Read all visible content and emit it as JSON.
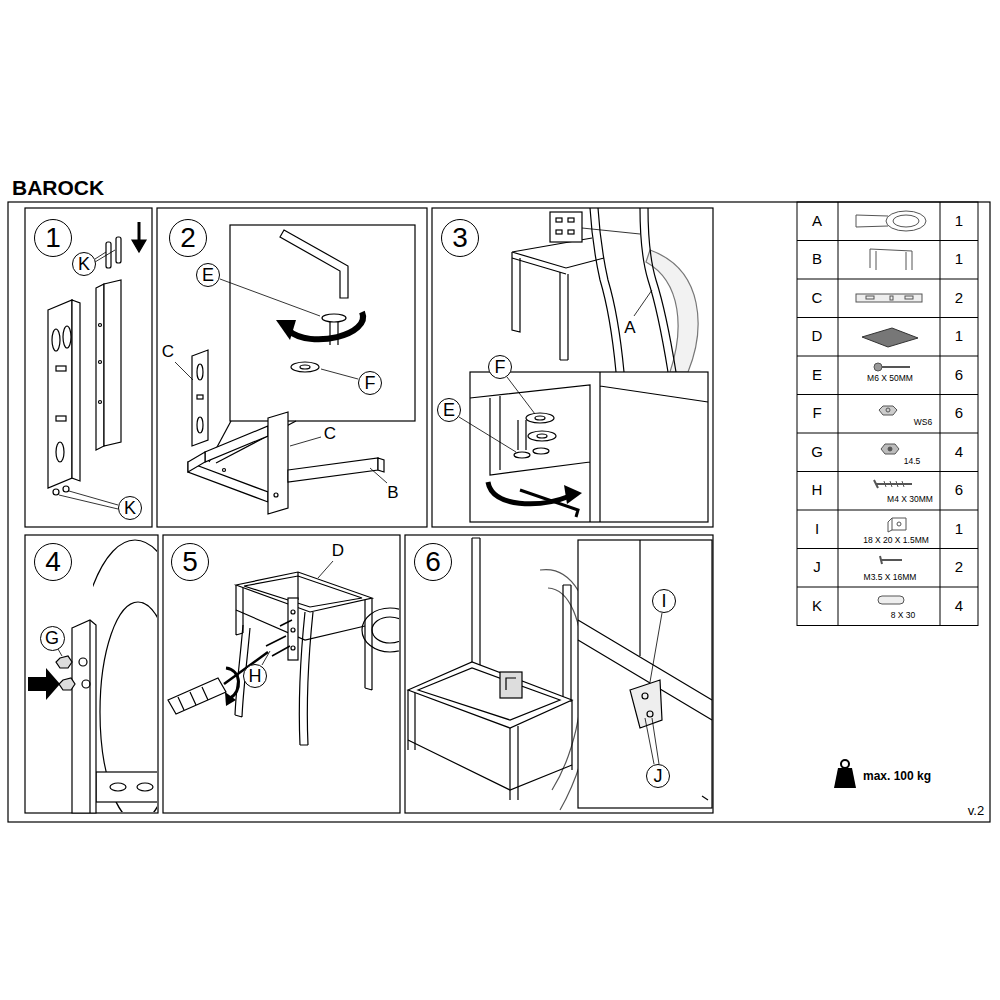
{
  "diagram": {
    "title": "BAROCK",
    "nodes": [
      {
        "text": [
          "1"
        ]
      },
      {
        "text": [
          "K"
        ]
      },
      {
        "text": [
          "K"
        ]
      },
      {
        "text": [
          "2"
        ]
      },
      {
        "text": [
          "E"
        ]
      },
      {
        "text": [
          "F"
        ]
      },
      {
        "text": [
          "3"
        ]
      },
      {
        "text": [
          "F"
        ]
      },
      {
        "text": [
          "E"
        ]
      },
      {
        "text": [
          "4"
        ]
      },
      {
        "text": [
          "G"
        ]
      },
      {
        "text": [
          "5"
        ]
      },
      {
        "text": [
          "H"
        ]
      },
      {
        "text": [
          "6"
        ]
      },
      {
        "text": [
          "I"
        ]
      },
      {
        "text": [
          "J"
        ]
      }
    ],
    "labels": [
      "C",
      "C",
      "B",
      "A",
      "D",
      "A",
      "1",
      "B",
      "1",
      "C",
      "2",
      "D",
      "1",
      "E",
      "M6 X 50MM",
      "6",
      "F",
      "WS6",
      "6",
      "G",
      "14.5",
      "4",
      "H",
      "M4 X 30MM",
      "6",
      "I",
      "18 X 20 X 1.5MM",
      "1",
      "J",
      "M3.5 X 16MM",
      "2",
      "K",
      "8 X 30",
      "4",
      "max. 100 kg",
      "v.2"
    ]
  }
}
